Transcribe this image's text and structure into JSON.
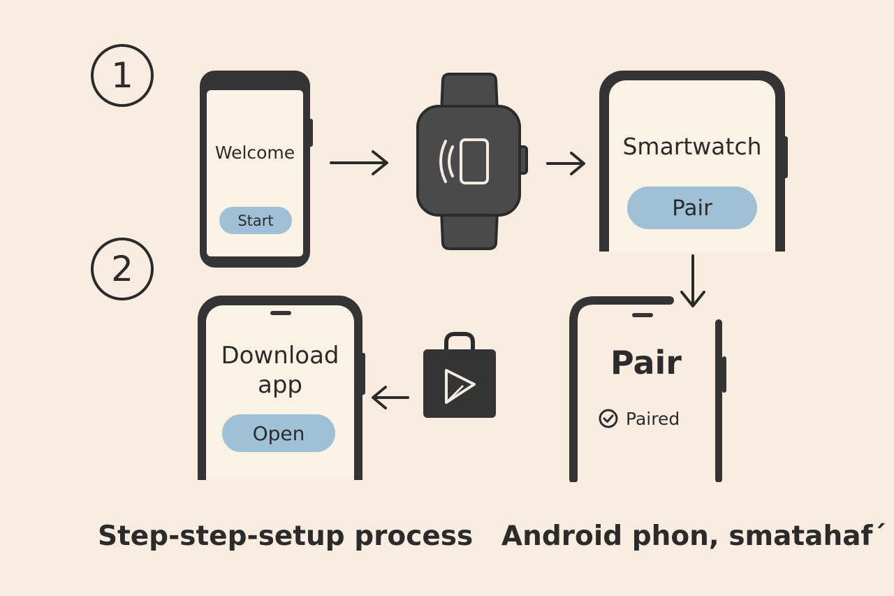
{
  "steps": {
    "one": "1",
    "two": "2"
  },
  "screens": {
    "welcome": {
      "title": "Welcome",
      "button": "Start"
    },
    "smartwatch": {
      "title": "Smartwatch",
      "button": "Pair"
    },
    "pair": {
      "title": "Pair",
      "status": "Paired"
    },
    "download": {
      "title_line1": "Download",
      "title_line2": "app",
      "button": "Open"
    }
  },
  "icons": {
    "watch": "smartwatch-nfc-icon",
    "store": "play-store-bag-icon",
    "check": "check-circle-icon"
  },
  "colors": {
    "background": "#f8ede0",
    "device": "#343434",
    "button": "#9fc0d6",
    "screen": "#fbf2e6"
  },
  "caption": "Step-step-setup process   Android phon, smatahaf´"
}
